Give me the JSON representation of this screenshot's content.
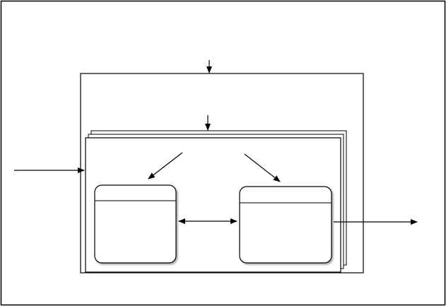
{
  "diagram": {
    "kind": "state-diagram",
    "colors": {
      "stroke": "#000000",
      "background": "#ffffff",
      "state_fill": "#ffffff"
    },
    "elements": [
      "frame",
      "outer-composite-state",
      "stacked-inner-composite-state",
      "left-state",
      "right-state",
      "entry-arrow-top",
      "entry-arrow-inner",
      "entry-arrow-left",
      "diagonal-arrow-to-left-state",
      "diagonal-arrow-to-right-state",
      "bidirectional-transition",
      "exit-arrow-right"
    ]
  }
}
